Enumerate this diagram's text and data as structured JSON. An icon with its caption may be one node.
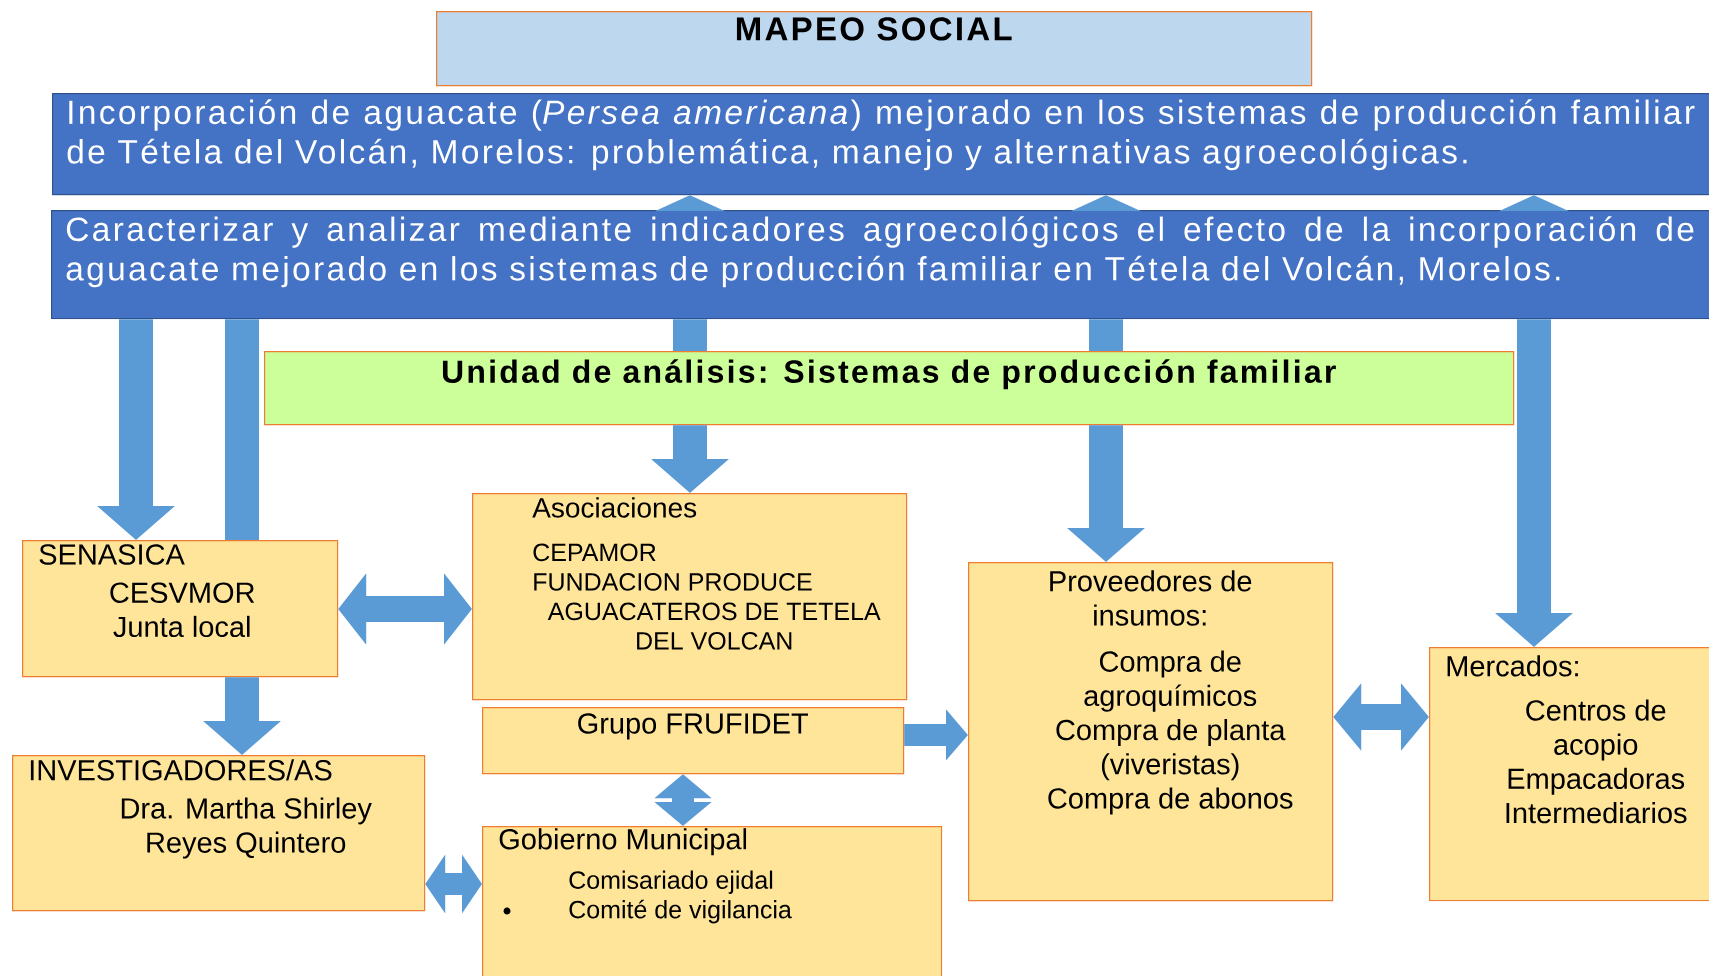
{
  "diagram": {
    "nodes": [
      {
        "text": [
          "MAPEO SOCIAL"
        ]
      },
      {
        "text": [
          "Incorporación de aguacate (*Persea americana*) mejorado en los sistemas de producción familiar de Tétela del Volcán, Morelos: problemática, manejo y alternativas agroecológicas."
        ]
      },
      {
        "text": [
          "Caracterizar y analizar mediante indicadores agroecológicos el efecto de la incorporación de aguacate mejorado en los sistemas de producción familiar en Tétela del Volcán, Morelos."
        ]
      },
      {
        "text": [
          "Unidad de análisis: Sistemas de producción familiar"
        ]
      },
      {
        "text": [
          "SENASICA",
          "CESVMOR Junta local"
        ]
      },
      {
        "text": [
          "Asociaciones",
          "CEPAMOR",
          "FUNDACION PRODUCE",
          "AGUACATEROS DE TETELA DEL VOLCAN"
        ]
      },
      {
        "text": [
          "Grupo FRUFIDET"
        ]
      },
      {
        "text": [
          "Gobierno Municipal",
          "Comisariado ejidal",
          "Comité de vigilancia"
        ]
      },
      {
        "text": [
          "INVESTIGADORES/AS",
          "Dra. Martha Shirley Reyes Quintero"
        ]
      },
      {
        "text": [
          "Proveedores de insumos:",
          "Compra de agroquímicos",
          "Compra de planta (viveristas)",
          "Compra de abonos"
        ]
      },
      {
        "text": [
          "Mercados:",
          "Centros de acopio",
          "Empacadoras",
          "Intermediarios"
        ]
      }
    ],
    "edges": [
      {
        "from": 2,
        "to": 1,
        "arrow": "to"
      },
      {
        "from": 2,
        "to": 1,
        "arrow": "to"
      },
      {
        "from": 2,
        "to": 1,
        "arrow": "to"
      },
      {
        "from": 2,
        "to": 4,
        "arrow": "to"
      },
      {
        "from": 2,
        "to": 4,
        "arrow": "none"
      },
      {
        "from": 4,
        "to": 8,
        "arrow": "to"
      },
      {
        "from": 2,
        "to": 3,
        "arrow": "none"
      },
      {
        "from": 3,
        "to": 5,
        "arrow": "to"
      },
      {
        "from": 2,
        "to": 3,
        "arrow": "none"
      },
      {
        "from": 3,
        "to": 9,
        "arrow": "to"
      },
      {
        "from": 2,
        "to": 10,
        "arrow": "to"
      },
      {
        "from": 4,
        "to": 5,
        "arrow": "both"
      },
      {
        "from": 6,
        "to": 9,
        "arrow": "to"
      },
      {
        "from": 6,
        "to": 7,
        "arrow": "both"
      },
      {
        "from": 8,
        "to": 7,
        "arrow": "both"
      },
      {
        "from": 9,
        "to": 10,
        "arrow": "both"
      }
    ]
  }
}
